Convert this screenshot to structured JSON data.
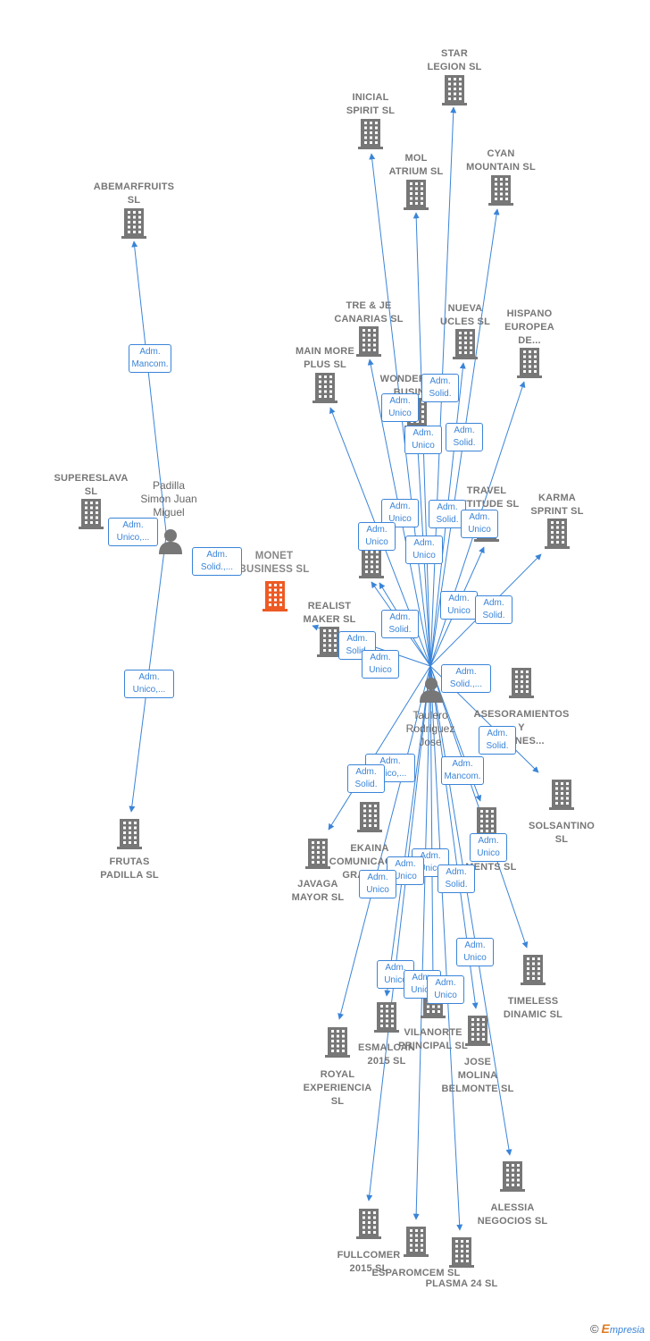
{
  "colors": {
    "edge": "#3a84d8",
    "building": "#777777",
    "main_building": "#ee5a24",
    "person": "#777777"
  },
  "icons": {
    "company": "building-icon",
    "person": "person-icon"
  },
  "main_company": {
    "id": "monet",
    "name": "MONET\nBUSINESS SL"
  },
  "persons": [
    {
      "id": "padilla",
      "name": "Padilla\nSimon Juan\nMiguel"
    },
    {
      "id": "taulero",
      "name": "Taulero\nRodriguez\nJose"
    }
  ],
  "companies": [
    {
      "id": "abemar",
      "name": "ABEMARFRUITS\nSL"
    },
    {
      "id": "supereslava",
      "name": "SUPERESLAVA\nSL"
    },
    {
      "id": "frutas",
      "name": "FRUTAS\nPADILLA SL"
    },
    {
      "id": "star",
      "name": "STAR\nLEGION SL"
    },
    {
      "id": "inicial",
      "name": "INICIAL\nSPIRIT SL"
    },
    {
      "id": "mol",
      "name": "MOL\nATRIUM SL"
    },
    {
      "id": "cyan",
      "name": "CYAN\nMOUNTAIN SL"
    },
    {
      "id": "trejje",
      "name": "TRE & JE\nCANARIAS SL"
    },
    {
      "id": "nueva",
      "name": "NUEVA\nUCLES SL"
    },
    {
      "id": "hispano",
      "name": "HISPANO\nEUROPEA\nDE..."
    },
    {
      "id": "mainmore",
      "name": "MAIN MORE\nPLUS SL"
    },
    {
      "id": "wonder",
      "name": "WONDERLAND\nBUSINE..."
    },
    {
      "id": "travel",
      "name": "TRAVEL\nATTITUDE SL"
    },
    {
      "id": "karma",
      "name": "KARMA\nSPRINT SL"
    },
    {
      "id": "pig",
      "name": "PIG..."
    },
    {
      "id": "realist",
      "name": "REALIST\nMAKER SL"
    },
    {
      "id": "asesor",
      "name": "ASESORAMIENTOS\nY\n...ONES..."
    },
    {
      "id": "solsantino",
      "name": "SOLSANTINO\nSL"
    },
    {
      "id": "ekaina",
      "name": "EKAINA\nCOMUNICACION\nGRAFICA..."
    },
    {
      "id": "javaga",
      "name": "JAVAGA\nMAYOR SL"
    },
    {
      "id": "tr6",
      "name": "TR...6\n...MENTS SL"
    },
    {
      "id": "timeless",
      "name": "TIMELESS\nDINAMIC SL"
    },
    {
      "id": "royal",
      "name": "ROYAL\nEXPERIENCIA\nSL"
    },
    {
      "id": "esmalcan",
      "name": "ESMALCAN\n2015 SL"
    },
    {
      "id": "vilanorte",
      "name": "VILANORTE\nPRINCIPAL SL"
    },
    {
      "id": "jose",
      "name": "JOSE\nMOLINA\nBELMONTE SL"
    },
    {
      "id": "alessia",
      "name": "ALESSIA\nNEGOCIOS SL"
    },
    {
      "id": "fullcomer",
      "name": "FULLCOMER\n2015 SL"
    },
    {
      "id": "esparomcem",
      "name": "ESPAROMCEM SL"
    },
    {
      "id": "plasma",
      "name": "PLASMA 24 SL"
    }
  ],
  "relations": [
    {
      "id": "r1",
      "label": "Adm.\nMancom."
    },
    {
      "id": "r2",
      "label": "Adm.\nUnico,..."
    },
    {
      "id": "r3",
      "label": "Adm.\nSolid.,..."
    },
    {
      "id": "r4",
      "label": "Adm.\nUnico,..."
    },
    {
      "id": "r5",
      "label": "Adm.\nSolid."
    },
    {
      "id": "r6",
      "label": "Adm.\nUnico"
    },
    {
      "id": "r7",
      "label": "Adm.\nUnico"
    },
    {
      "id": "r8",
      "label": "Adm.\nSolid."
    },
    {
      "id": "r9",
      "label": "Adm.\nUnico"
    },
    {
      "id": "r10",
      "label": "Adm.\nSolid."
    },
    {
      "id": "r11",
      "label": "Adm.\nUnico"
    },
    {
      "id": "r12",
      "label": "Adm.\nUnico"
    },
    {
      "id": "r13",
      "label": "Adm.\nUnico"
    },
    {
      "id": "r14",
      "label": "Adm.\nSolid."
    },
    {
      "id": "r15",
      "label": "Adm.\nUnico"
    },
    {
      "id": "r16",
      "label": "Adm.\nSolid."
    },
    {
      "id": "r17",
      "label": "Adm.\nSolid."
    },
    {
      "id": "r18",
      "label": "Adm.\nUnico"
    },
    {
      "id": "r19",
      "label": "Adm.\nSolid.,..."
    },
    {
      "id": "r20",
      "label": "Adm.\nSolid."
    },
    {
      "id": "r21",
      "label": "Adm.\nUnico,..."
    },
    {
      "id": "r22",
      "label": "Adm.\nSolid."
    },
    {
      "id": "r23",
      "label": "Adm.\nMancom."
    },
    {
      "id": "r24",
      "label": "Adm.\nUnico"
    },
    {
      "id": "r25",
      "label": "Adm.\nUnico"
    },
    {
      "id": "r26",
      "label": "Adm.\nUnico"
    },
    {
      "id": "r27",
      "label": "Adm.\nUnico"
    },
    {
      "id": "r28",
      "label": "Adm.\nSolid."
    },
    {
      "id": "r29",
      "label": "Adm.\nUnico"
    },
    {
      "id": "r30",
      "label": "Adm.\nUnico"
    },
    {
      "id": "r31",
      "label": "Adm.\nUnico"
    },
    {
      "id": "r32",
      "label": "Adm.\nUnico"
    }
  ],
  "footer": {
    "copyright": "©",
    "brand_initial": "E",
    "brand_rest": "mpresia"
  }
}
